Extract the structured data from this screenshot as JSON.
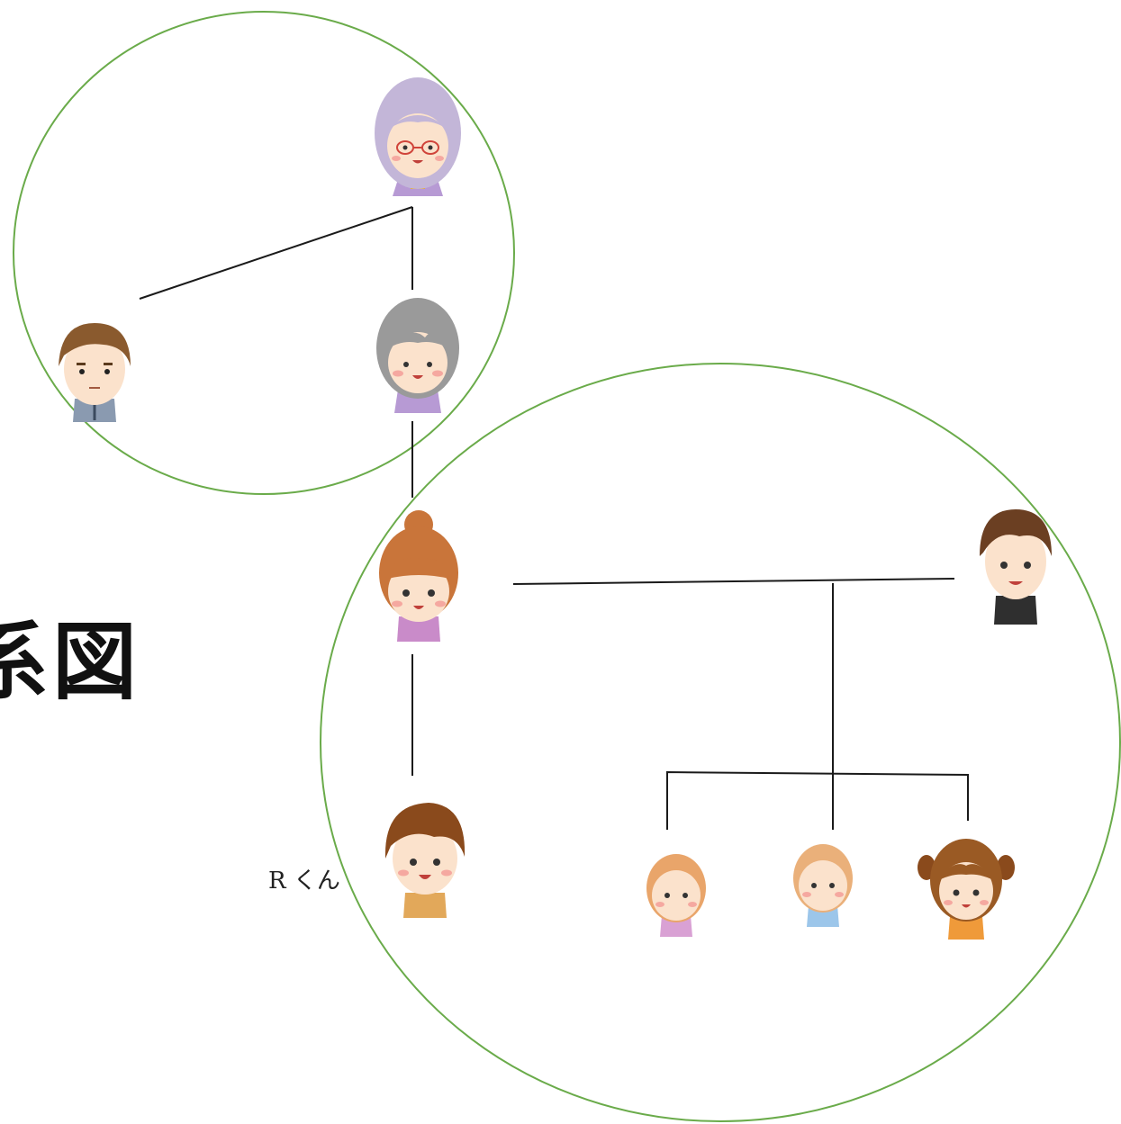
{
  "diagram": {
    "title_visible_fragment": "系図",
    "subject_label": "R くん",
    "colors": {
      "circle_stroke": "#6aab4a",
      "line": "#1a1a1a",
      "skin": "#fbe2cc",
      "cheek": "#f5a8a0"
    },
    "people": [
      {
        "name": "great-grandmother",
        "icon": "elderly-woman-with-glasses-icon"
      },
      {
        "name": "grandfather",
        "icon": "man-icon"
      },
      {
        "name": "grandmother",
        "icon": "elderly-woman-icon"
      },
      {
        "name": "mother",
        "icon": "woman-with-bun-icon"
      },
      {
        "name": "step-father",
        "icon": "young-man-icon"
      },
      {
        "name": "r-kun",
        "icon": "boy-icon"
      },
      {
        "name": "baby-1",
        "icon": "baby-girl-icon"
      },
      {
        "name": "baby-2",
        "icon": "baby-boy-icon"
      },
      {
        "name": "sister",
        "icon": "girl-icon"
      }
    ]
  }
}
